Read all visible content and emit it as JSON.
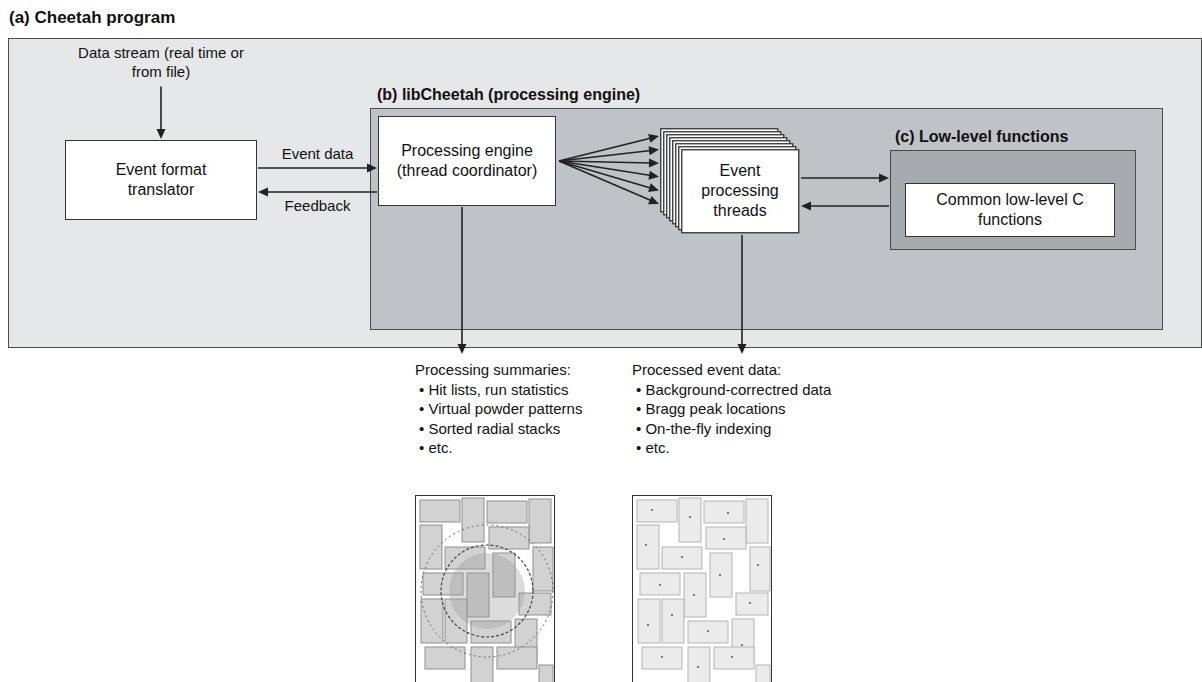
{
  "diagram": {
    "nodes": [
      {
        "text": [
          "(a) Cheetah program"
        ]
      },
      {
        "text": [
          "Event format translator"
        ],
        "in": 0
      },
      {
        "text": [
          "(b) libCheetah (processing engine)"
        ],
        "in": 0
      },
      {
        "text": [
          "Processing engine (thread coordinator)"
        ],
        "in": 2
      },
      {
        "text": [
          "Event processing threads"
        ],
        "in": 2
      },
      {
        "text": [
          "(c) Low-level functions"
        ],
        "in": 2
      },
      {
        "text": [
          "Common low-level C functions"
        ],
        "in": 5
      },
      {
        "text": [
          "Processing summaries:",
          "• Hit lists, run statistics",
          "• Virtual powder patterns",
          "• Sorted radial stacks",
          "• etc."
        ]
      },
      {
        "text": [
          "Processed event data:",
          "• Background-correctred data",
          "• Bragg peak locations",
          "• On-the-fly indexing",
          "• etc."
        ]
      }
    ],
    "edges": [
      {
        "from": 1,
        "to": 3,
        "arrow": "to",
        "label": "Event data"
      },
      {
        "from": 3,
        "to": 1,
        "arrow": "to",
        "label": "Feedback"
      },
      {
        "from": 3,
        "to": 4,
        "arrow": "to"
      },
      {
        "from": 4,
        "to": 5,
        "arrow": "to"
      },
      {
        "from": 5,
        "to": 4,
        "arrow": "to"
      },
      {
        "from": 3,
        "to": 7,
        "arrow": "to"
      },
      {
        "from": 4,
        "to": 8,
        "arrow": "to"
      }
    ],
    "labels": [
      "Data stream (real time or from file)"
    ]
  }
}
